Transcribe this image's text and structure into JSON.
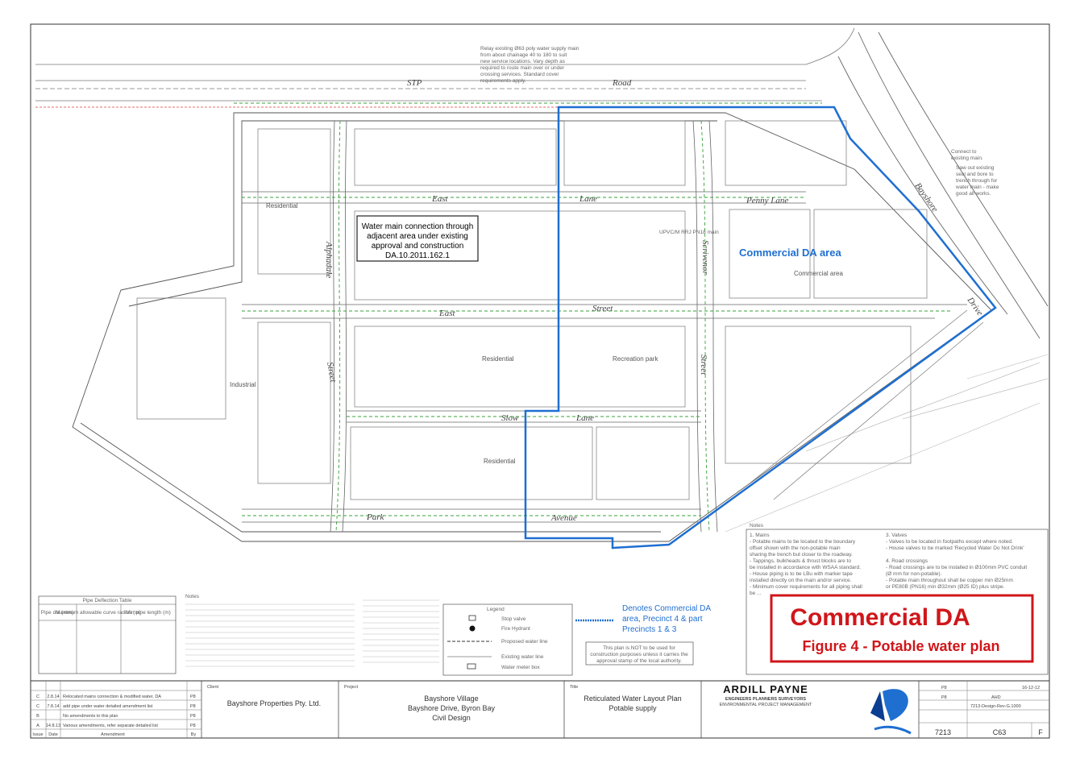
{
  "roads": {
    "stp": "STP",
    "road": "Road",
    "east": "East",
    "lane_top": "Lane",
    "penny_lane": "Penny Lane",
    "alphadale": "Alphadale",
    "scrivenor": "Scrivenor",
    "street_mid": "Street",
    "street_left": "Street",
    "street_right": "Street",
    "east_lower": "East",
    "slow": "Slow",
    "lane_low": "Lane",
    "park": "Park",
    "avenue": "Avenue",
    "drive": "Drive",
    "bayshore": "Bayshore"
  },
  "areas": {
    "residential": "Residential",
    "industrial": "Industrial",
    "recreation": "Recreation park",
    "commercial_block": "Commercial area"
  },
  "callouts": {
    "water_main": [
      "Water main connection through",
      "adjacent area under existing",
      "approval and construction",
      "DA.10.2011.162.1"
    ],
    "commercial_da_area": "Commercial DA area",
    "upvc": "UPVC/M RRJ PN18 main",
    "stp_note": [
      "Relay existing Ø63 poly water supply main",
      "from about chainage 40 to 180 to suit",
      "new service locations. Vary depth as",
      "required to route main over or under",
      "crossing services. Standard cover",
      "requirements apply."
    ],
    "connect_existing": [
      "Connect to",
      "existing main."
    ],
    "saw_cut": [
      "Saw out existing",
      "seal and bore to",
      "trench through for",
      "water main - make",
      "good all works."
    ]
  },
  "legend": {
    "title": "Legend",
    "items": [
      "Stop valve",
      "Fire Hydrant",
      "Proposed water line",
      "Existing water line",
      "Water meter box"
    ]
  },
  "da_legend": {
    "text": [
      "Denotes Commercial DA",
      "area, Precinct 4 & part",
      "Precincts 1 & 3"
    ]
  },
  "not_for_construction": [
    "This plan is NOT to be used for",
    "construction purposes unless it carries the",
    "approval stamp of the local authority."
  ],
  "pipe_table": {
    "title": "Pipe Deflection Table",
    "headers": [
      "Pipe dia (mm)",
      "Maximum allowable curve radius (m)",
      "Min pipe length (m)"
    ]
  },
  "notes": {
    "title": "Notes",
    "lines": [
      "1. Mains",
      "- Potable mains to be located to the boundary",
      "offset shown with the non-potable main",
      "sharing the trench but closer to the roadway.",
      "- Tappings, bulkheads & thrust blocks are to",
      "be installed in accordance with WSAA standard.",
      "- House piping is to be LBu with marker tape",
      "installed directly on the main and/or service.",
      "- Minimum cover requirements for all piping shall",
      "be ..."
    ],
    "lines_right": [
      "3. Valves",
      "- Valves to be located in footpaths except where noted.",
      "- House valves to be marked 'Recycled Water Do Not Drink'",
      "",
      "4. Road crossings",
      "- Road crossings are to be installed in Ø100mm PVC conduit",
      "(Ø mm for non-potable).",
      "- Potable main throughout shall be copper min Ø25mm",
      "or PE80B (PN16) min Ø32mm (Ø25 ID) plus stripe."
    ]
  },
  "stamp": {
    "title": "Commercial DA",
    "subtitle": "Figure 4 - Potable water plan"
  },
  "titleblock": {
    "client_label": "Client",
    "client": "Bayshore Properties Pty. Ltd.",
    "project_label": "Project",
    "project": [
      "Bayshore Village",
      "Bayshore Drive, Byron Bay",
      "Civil Design"
    ],
    "title_label": "Title",
    "title": [
      "Reticulated Water Layout Plan",
      "Potable supply"
    ],
    "firm": "ARDILL PAYNE",
    "firm_sub": "ENGINEERS  PLANNERS  SURVEYORS",
    "firm_sub2": "ENVIRONMENTAL  PROJECT MANAGEMENT",
    "job_no": "7213",
    "drawing_no": "C63",
    "revision": "F",
    "date": "16-12-12",
    "drawn": "P8",
    "designed": "P8",
    "checked": "AHD",
    "file": "7213-Design-Rev-G.1000",
    "revisions": [
      {
        "rev": "C",
        "date": "2.8.14",
        "text": "Relocated mains connection & modified water, DA",
        "by": "P8"
      },
      {
        "rev": "C",
        "date": "7.8.14",
        "text": "add pipe under water detailed amendment list",
        "by": "P8"
      },
      {
        "rev": "B",
        "date": "",
        "text": "No amendments to this plan",
        "by": "P8"
      },
      {
        "rev": "A",
        "date": "14.8.13",
        "text": "Various amendments, refer separate detailed list",
        "by": "P8"
      }
    ],
    "rev_headers": [
      "Issue",
      "Date",
      "Amendment",
      "By"
    ]
  },
  "colors": {
    "da_boundary": "#1f6fd1",
    "stamp_border": "#d0161a",
    "linework": "#777777"
  }
}
